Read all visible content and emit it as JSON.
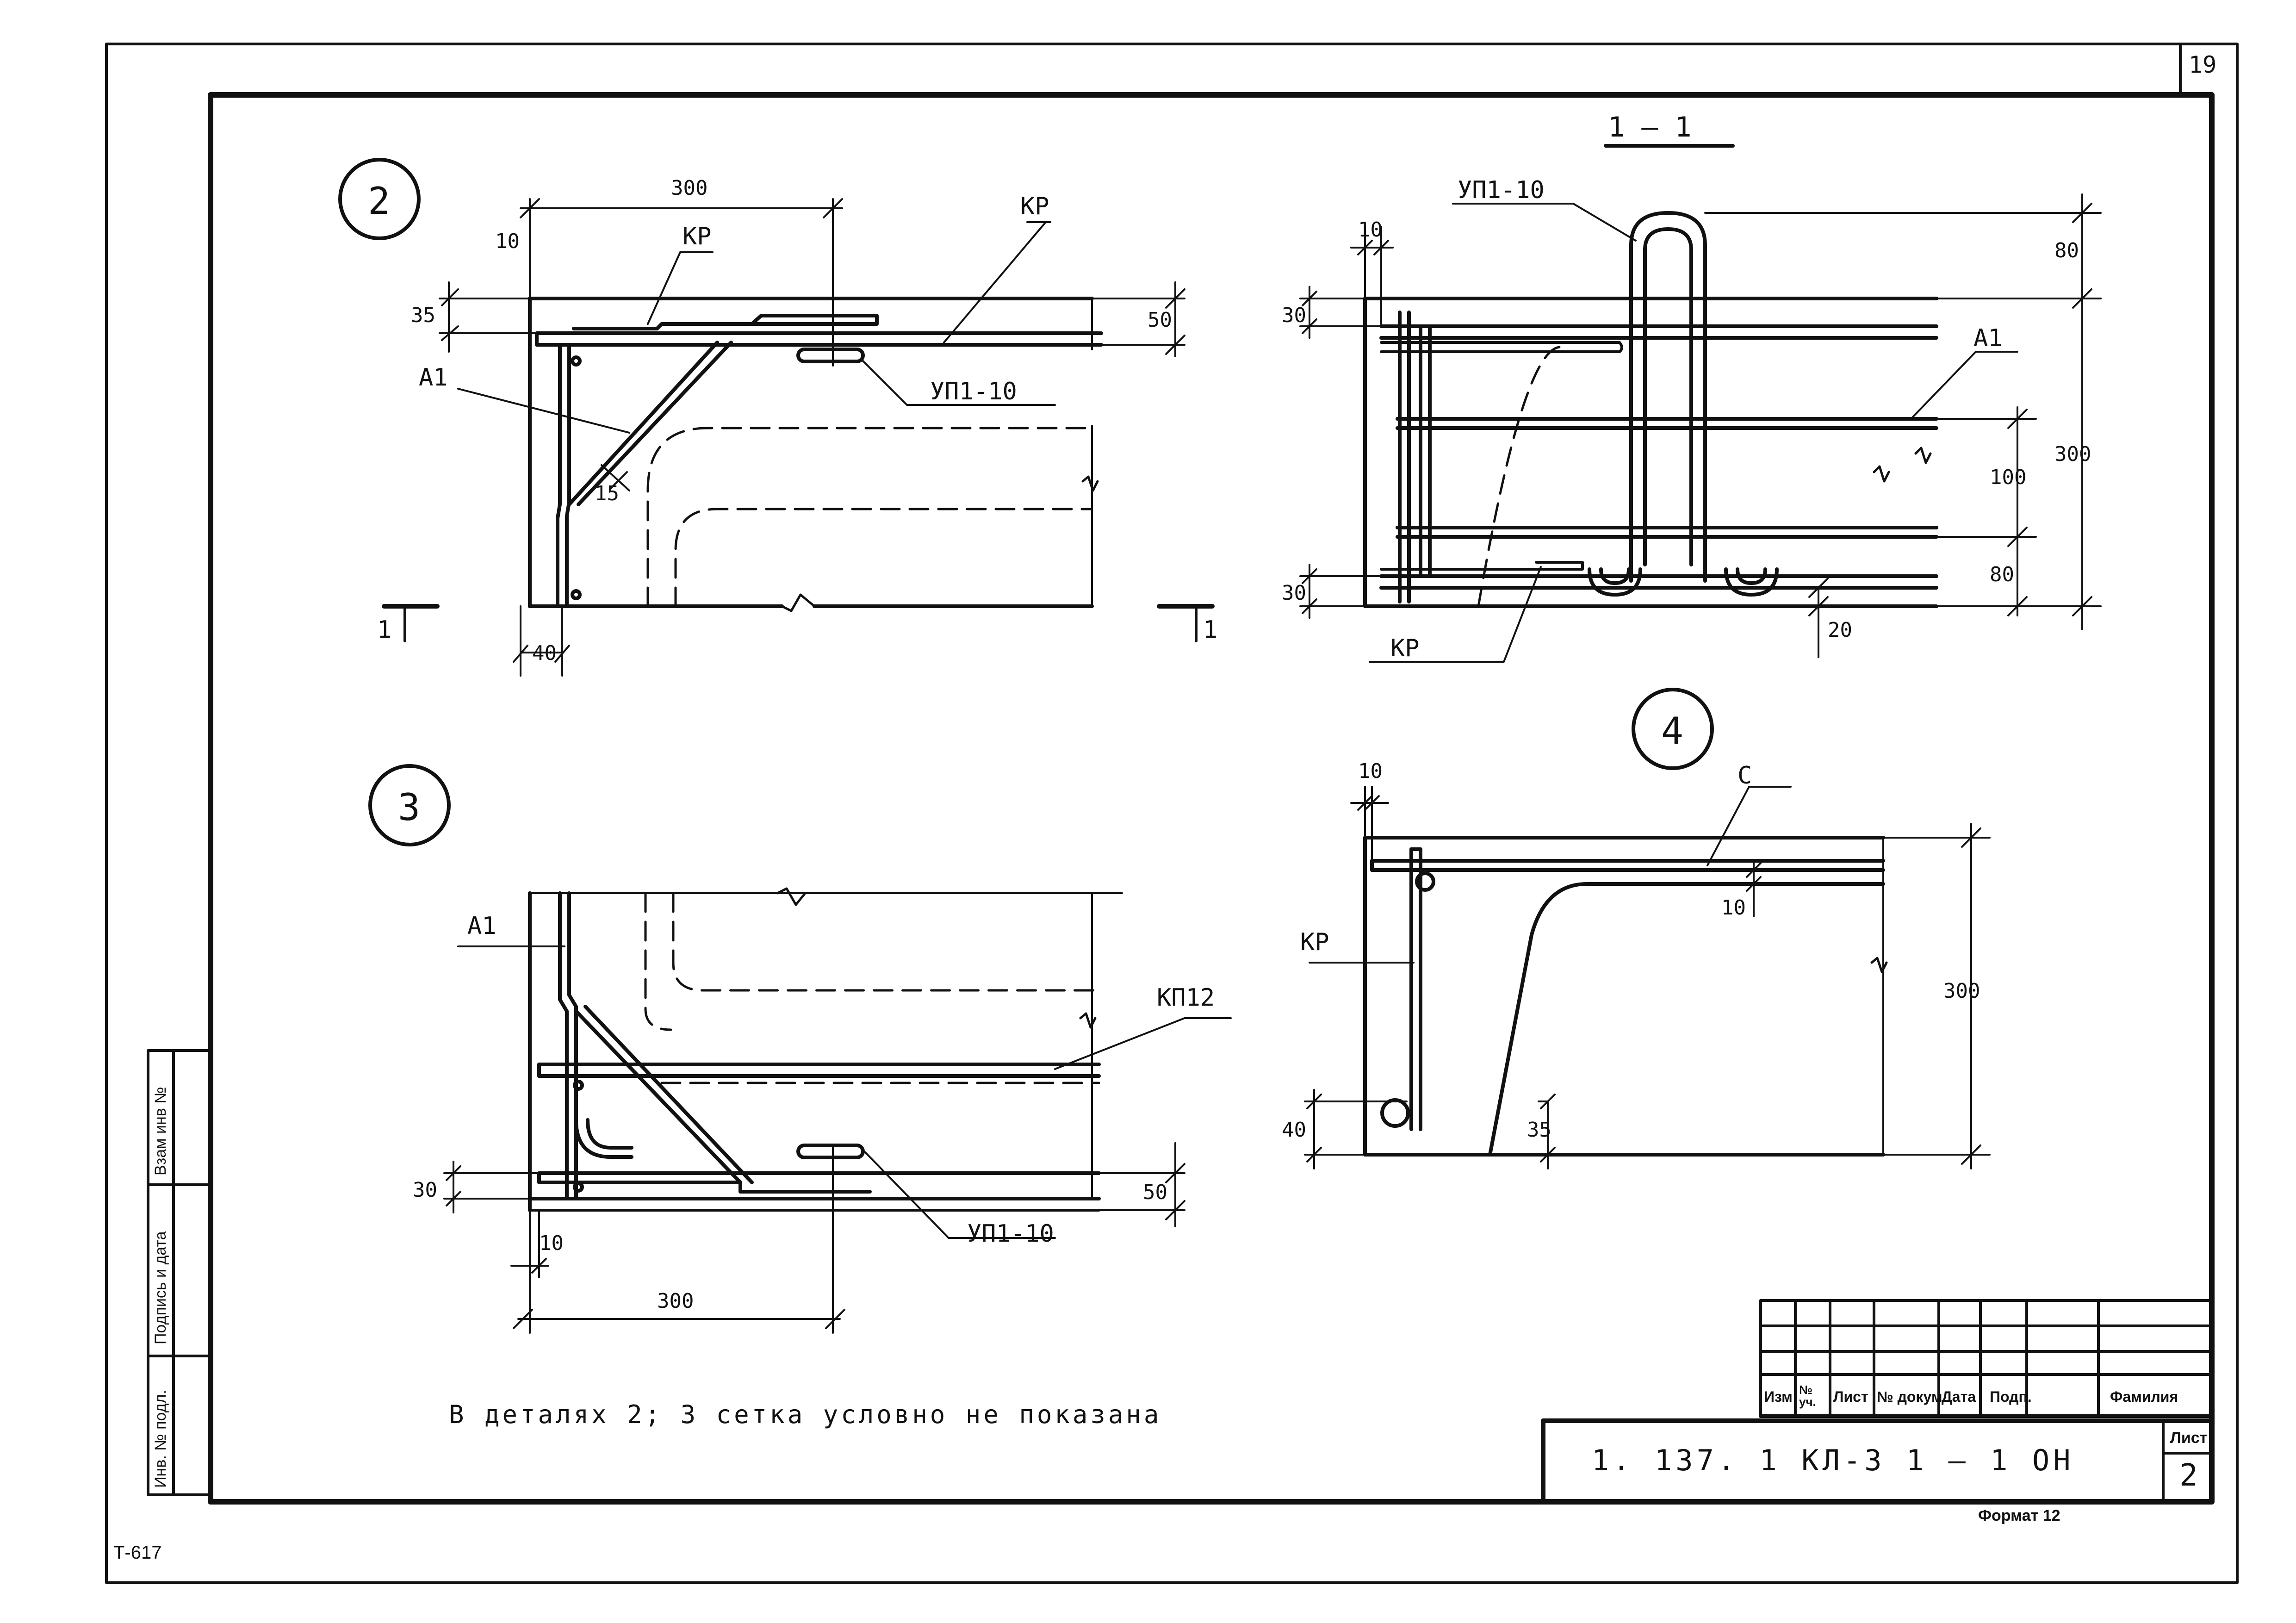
{
  "sheet": {
    "page_number": "19",
    "corner_code": "Т-617",
    "format_label": "Формат 12"
  },
  "details": {
    "d2": {
      "number": "2"
    },
    "d3": {
      "number": "3"
    },
    "d4": {
      "number": "4"
    },
    "section": {
      "title": "1 — 1"
    }
  },
  "labels": {
    "kr": "КР",
    "a1": "А1",
    "up": "УП1-10",
    "kp": "КП12",
    "c": "С",
    "cut": "1"
  },
  "dims": {
    "d300": "300",
    "d10": "10",
    "d35": "35",
    "d50": "50",
    "d15": "15",
    "d40": "40",
    "d30": "30",
    "d80": "80",
    "d100": "100",
    "d20": "20"
  },
  "note": "В деталях 2; 3 сетка условно не показана",
  "title_block": {
    "headers": [
      "Изм",
      "№ уч.",
      "Лист",
      "№ докум",
      "Дата",
      "Подп.",
      "Фамилия"
    ],
    "code": "1. 137. 1   КЛ-3   1 — 1   ОН",
    "sheet_label": "Лист",
    "sheet_no": "2"
  },
  "side_stamp": {
    "inv_no": "Инв. № подл.",
    "sign_date": "Подпись и дата",
    "replace_inv": "Взам инв №"
  }
}
